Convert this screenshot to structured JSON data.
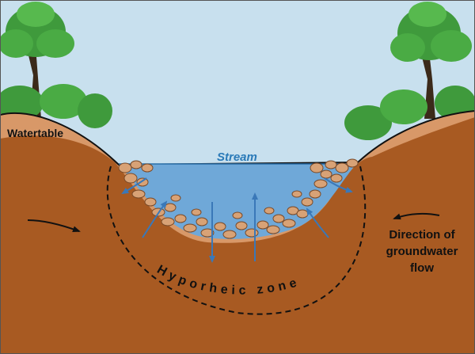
{
  "labels": {
    "watertable": "Watertable",
    "stream": "Stream",
    "direction_line1": "Direction of",
    "direction_line2": "groundwater",
    "direction_line3": "flow",
    "hyporheic_zone": "Hyporheic zone"
  },
  "colors": {
    "sky": "#c8e0ee",
    "soil": "#a85a22",
    "bank": "#d89868",
    "water": "#6fa8d8",
    "gravel": "#d8a276",
    "arrow_blue": "#3a78b8",
    "zone_line": "#111111",
    "tree_trunk": "#3b2a1a",
    "tree_leaves": "#3f9a3c",
    "frame": "#555555"
  }
}
